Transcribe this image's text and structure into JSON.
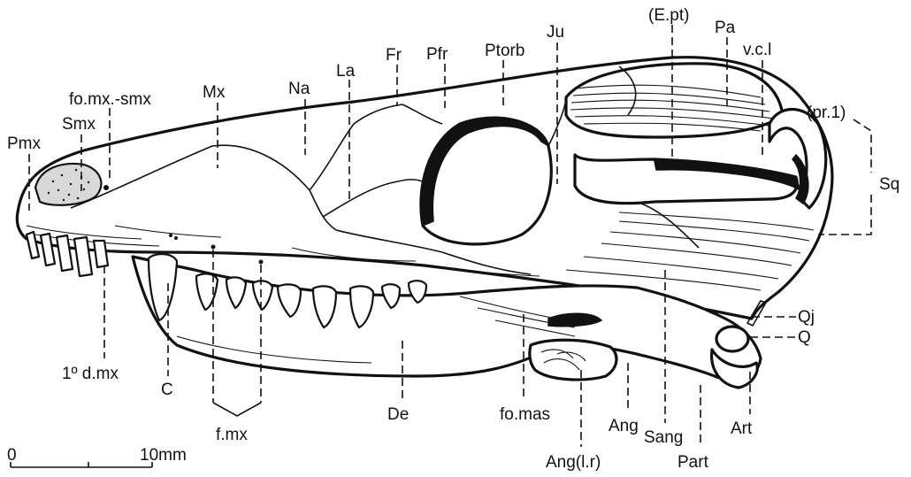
{
  "labels": {
    "pmx": "Pmx",
    "smx": "Smx",
    "fo_mx_smx": "fo.mx.-smx",
    "mx": "Mx",
    "na": "Na",
    "la": "La",
    "fr": "Fr",
    "pfr": "Pfr",
    "ptorb": "Ptorb",
    "ju": "Ju",
    "ept": "(E.pt)",
    "pa": "Pa",
    "vcl": "v.c.l",
    "pr1": "(pr.1)",
    "sq": "Sq",
    "qj": "Qj",
    "q": "Q",
    "art": "Art",
    "part": "Part",
    "sang": "Sang",
    "ang": "Ang",
    "ang_lr": "Ang(l.r)",
    "fo_mas": "fo.mas",
    "de": "De",
    "fmx": "f.mx",
    "c": "C",
    "first_dmx": "1º d.mx"
  },
  "scale_bar": {
    "start": "0",
    "end": "10mm"
  }
}
